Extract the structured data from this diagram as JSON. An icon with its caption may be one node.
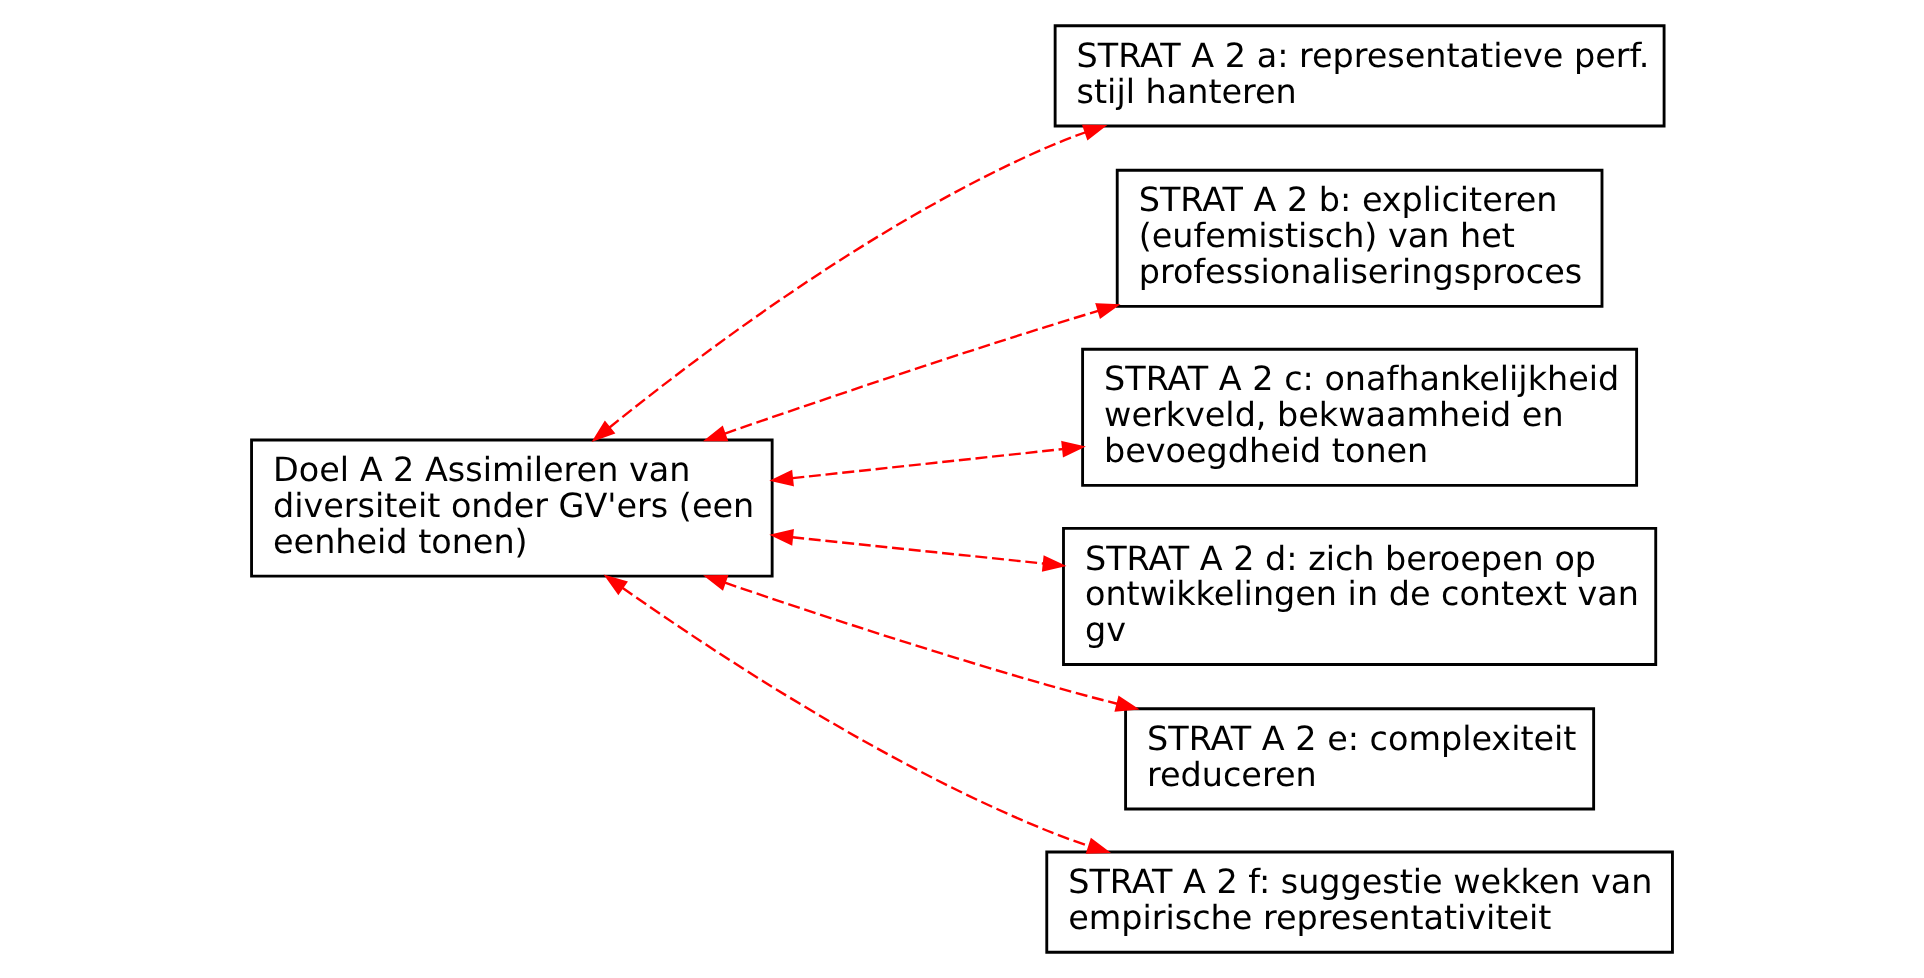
{
  "diagram": {
    "nodes": [
      {
        "text": [
          "Doel A 2 Assimileren van diversiteit onder GV'ers (een eenheid tonen)"
        ]
      },
      {
        "text": [
          "STRAT A 2 a: representatieve perf. stijl hanteren"
        ]
      },
      {
        "text": [
          "STRAT A 2 b: expliciteren (eufemistisch) van het professionaliseringsproces"
        ]
      },
      {
        "text": [
          "STRAT A 2 c: onafhankelijkheid werkveld, bekwaamheid en bevoegdheid tonen"
        ]
      },
      {
        "text": [
          "STRAT A 2 d: zich beroepen op ontwikkelingen in de context van gv"
        ]
      },
      {
        "text": [
          "STRAT A 2 e: complexiteit reduceren"
        ]
      },
      {
        "text": [
          "STRAT A 2 f: suggestie wekken van empirische representativiteit"
        ]
      }
    ],
    "edges": [
      {
        "from": 0,
        "to": 1,
        "arrow": "both",
        "style": "dashed",
        "color": "#ff0000"
      },
      {
        "from": 0,
        "to": 2,
        "arrow": "both",
        "style": "dashed",
        "color": "#ff0000"
      },
      {
        "from": 0,
        "to": 3,
        "arrow": "both",
        "style": "dashed",
        "color": "#ff0000"
      },
      {
        "from": 0,
        "to": 4,
        "arrow": "both",
        "style": "dashed",
        "color": "#ff0000"
      },
      {
        "from": 0,
        "to": 5,
        "arrow": "both",
        "style": "dashed",
        "color": "#ff0000"
      },
      {
        "from": 0,
        "to": 6,
        "arrow": "both",
        "style": "dashed",
        "color": "#ff0000"
      }
    ]
  }
}
